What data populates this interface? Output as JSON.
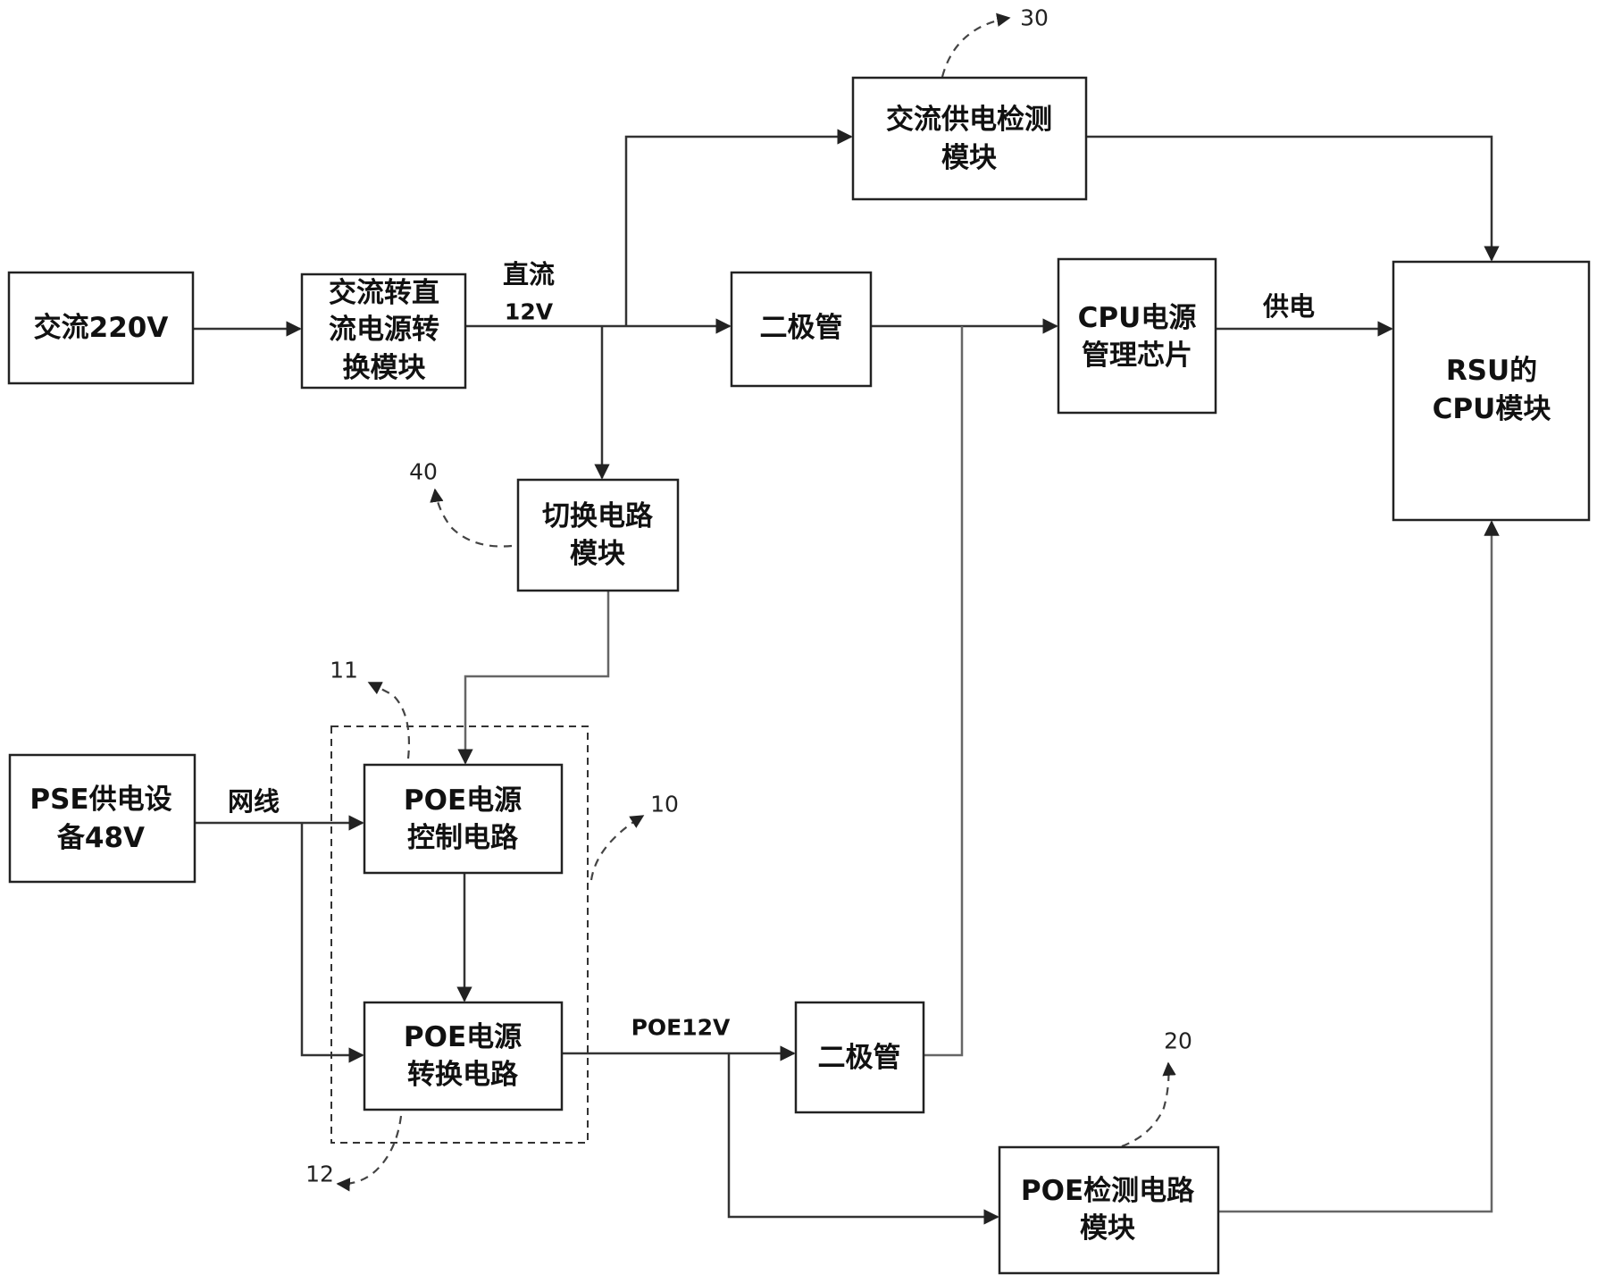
{
  "title": "RSU power supply block diagram",
  "blocks": {
    "ac220": {
      "lines": [
        "交流220V"
      ]
    },
    "acdc": {
      "lines": [
        "交流转直",
        "流电源转",
        "换模块"
      ]
    },
    "diode_top": {
      "lines": [
        "二极管"
      ]
    },
    "ac_detect": {
      "lines": [
        "交流供电检测",
        "模块"
      ]
    },
    "cpu_pmic": {
      "lines": [
        "CPU电源",
        "管理芯片"
      ]
    },
    "rsu_cpu": {
      "lines": [
        "RSU的",
        "CPU模块"
      ]
    },
    "switch": {
      "lines": [
        "切换电路",
        "模块"
      ]
    },
    "pse": {
      "lines": [
        "PSE供电设",
        "备48V"
      ]
    },
    "poe_ctrl": {
      "lines": [
        "POE电源",
        "控制电路"
      ]
    },
    "poe_conv": {
      "lines": [
        "POE电源",
        "转换电路"
      ]
    },
    "diode_bottom": {
      "lines": [
        "二极管"
      ]
    },
    "poe_detect": {
      "lines": [
        "POE检测电路",
        "模块"
      ]
    }
  },
  "edge_labels": {
    "dc_line1": "直流",
    "dc_line2": "12V",
    "supply": "供电",
    "network_cable": "网线",
    "poe12v": "POE12V"
  },
  "reference_numerals": {
    "ac_detect": "30",
    "switch": "40",
    "poe_ctrl": "11",
    "poe_group": "10",
    "poe_conv": "12",
    "poe_detect": "20"
  }
}
